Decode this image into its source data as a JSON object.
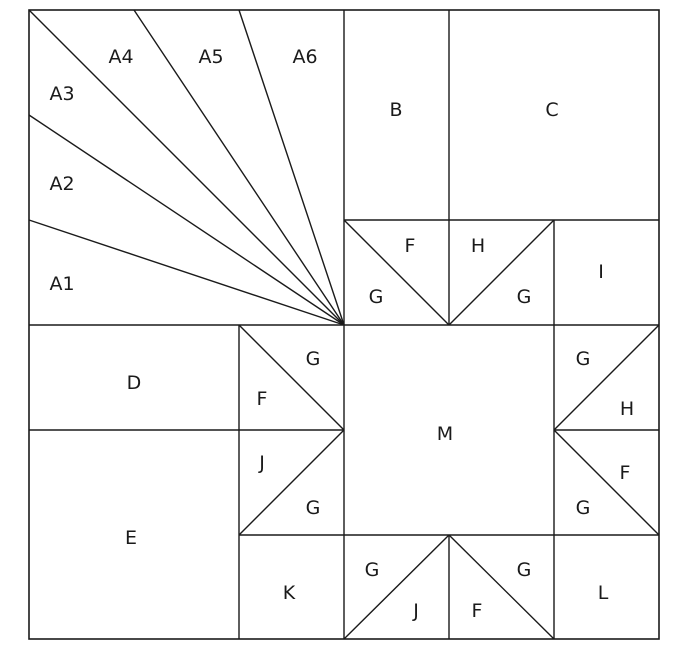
{
  "labels": {
    "A1": "A1",
    "A2": "A2",
    "A3": "A3",
    "A4": "A4",
    "A5": "A5",
    "A6": "A6",
    "B": "B",
    "C": "C",
    "D": "D",
    "E": "E",
    "F": "F",
    "G": "G",
    "H": "H",
    "I": "I",
    "J": "J",
    "K": "K",
    "L": "L",
    "M": "M"
  },
  "colors": {
    "line": "#1a1a1a",
    "background": "#ffffff"
  }
}
